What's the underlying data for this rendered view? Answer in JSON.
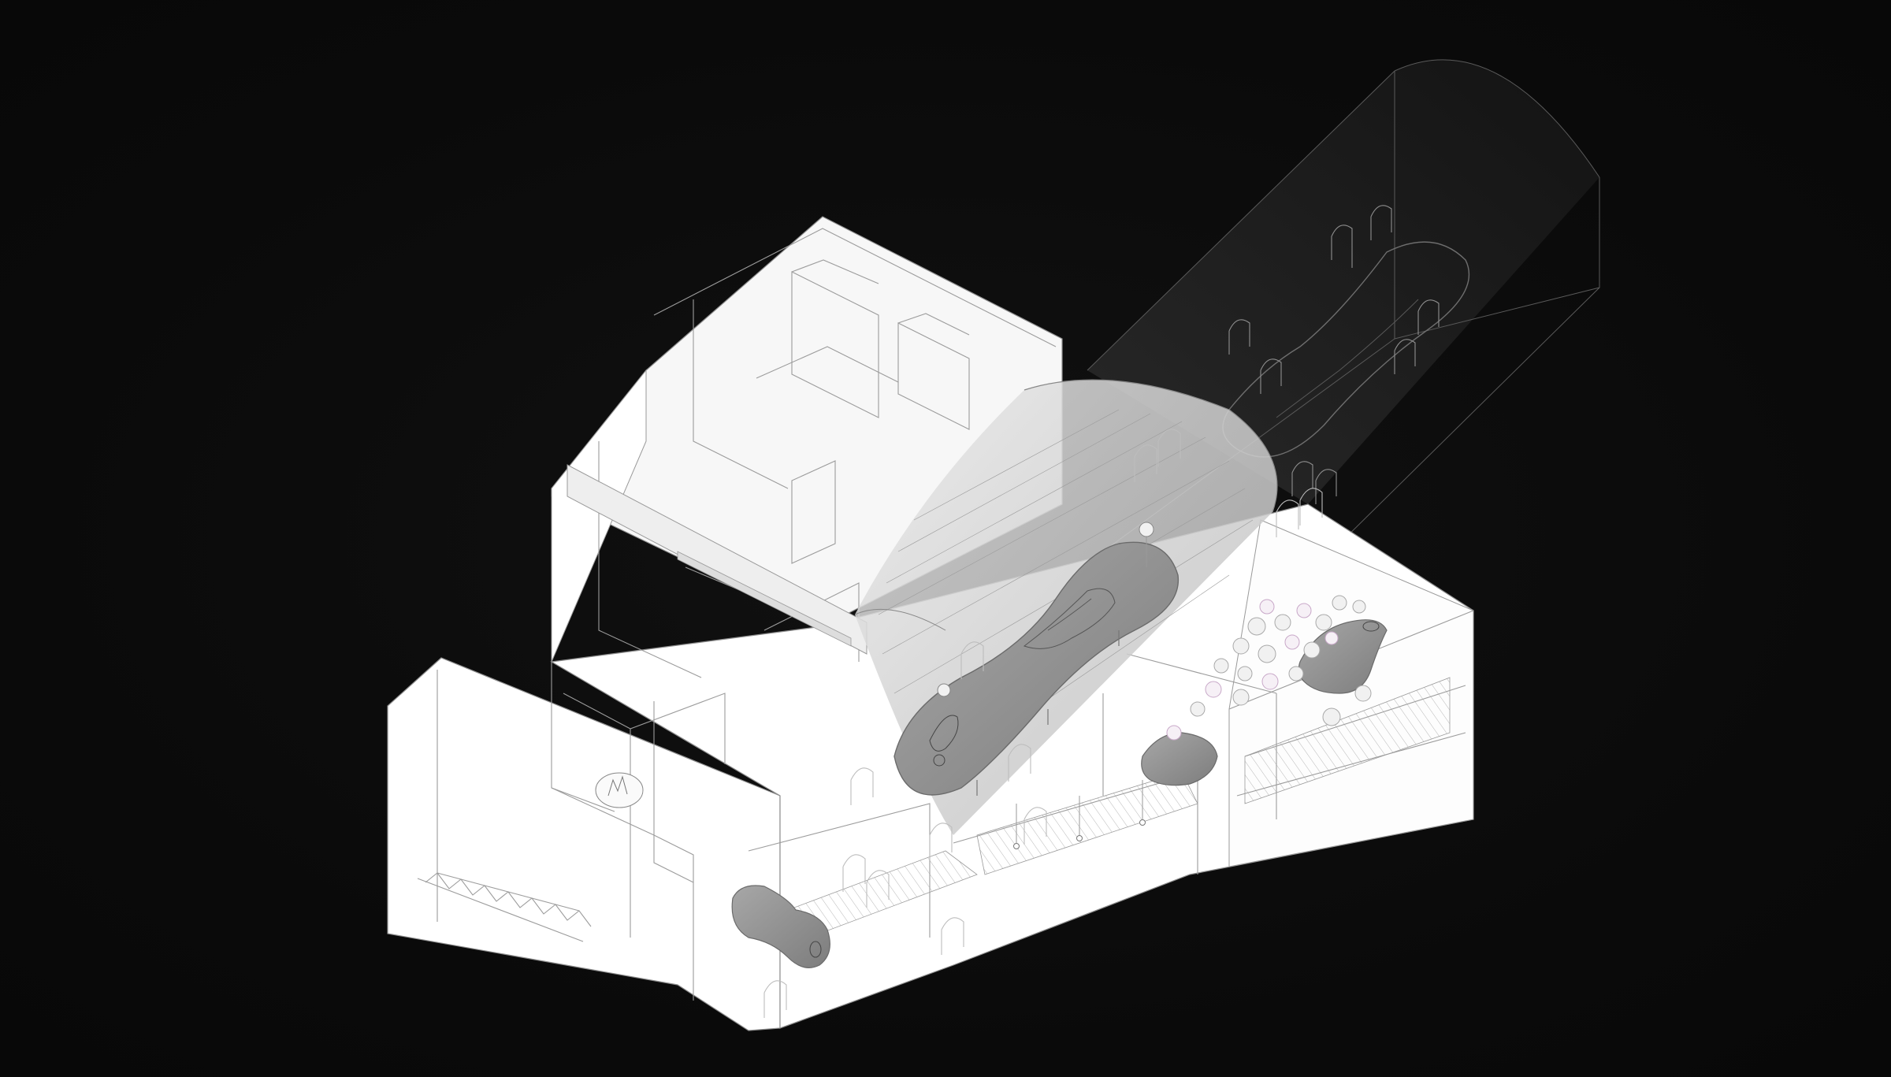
{
  "drawing": {
    "colors": {
      "background": "#0b0b0b",
      "volume_fill": "#ffffff",
      "volume_shade": "#f1f1f1",
      "line": "#9c9c9c",
      "vault_fill": "#d9d9d9",
      "table_fill": "#8c8c8c",
      "tunnel_line": "#5a5a5a",
      "stool_accent": "#c8a8c8"
    },
    "elements": [
      "building-massing",
      "vaulted-ceiling",
      "sculpted-bar-table",
      "tunnel-extension",
      "staircase",
      "stool-cluster",
      "chairs",
      "pendant-lights"
    ]
  }
}
